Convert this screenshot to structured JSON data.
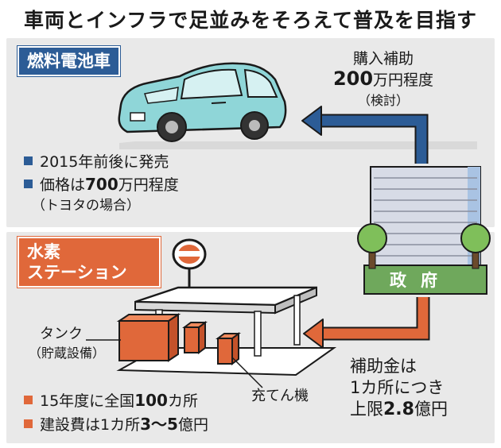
{
  "title": "車両とインフラで足並みをそろえて普及を目指す",
  "fcv": {
    "label": "燃料電池車",
    "bullets": [
      {
        "pre": "2015年前後に発売",
        "bold": "",
        "post": ""
      },
      {
        "pre": "価格は",
        "bold": "700",
        "post": "万円程度"
      }
    ],
    "note": "（トヨタの場合）"
  },
  "subsidy_top": {
    "line1": "購入補助",
    "line2_bold": "200",
    "line2_rest": "万円程度",
    "line3": "（検討）"
  },
  "station": {
    "label_line1": "水素",
    "label_line2": "ステーション",
    "tank_label": "タンク",
    "tank_note": "（貯蔵設備）",
    "dispenser_label": "充てん機",
    "bullets": [
      {
        "pre": "15年度に全国",
        "bold": "100",
        "post": "カ所"
      },
      {
        "pre": "建設費は1カ所",
        "bold": "3～5",
        "post": "億円"
      }
    ]
  },
  "subsidy_bottom": {
    "line1": "補助金は",
    "line2": "1カ所につき",
    "line3_pre": "上限",
    "line3_bold": "2.8",
    "line3_post": "億円"
  },
  "government": {
    "label": "政府"
  },
  "colors": {
    "blue": "#2c5c96",
    "orange": "#e0683a",
    "green": "#6fa85c",
    "panel": "#e9e9e9"
  }
}
